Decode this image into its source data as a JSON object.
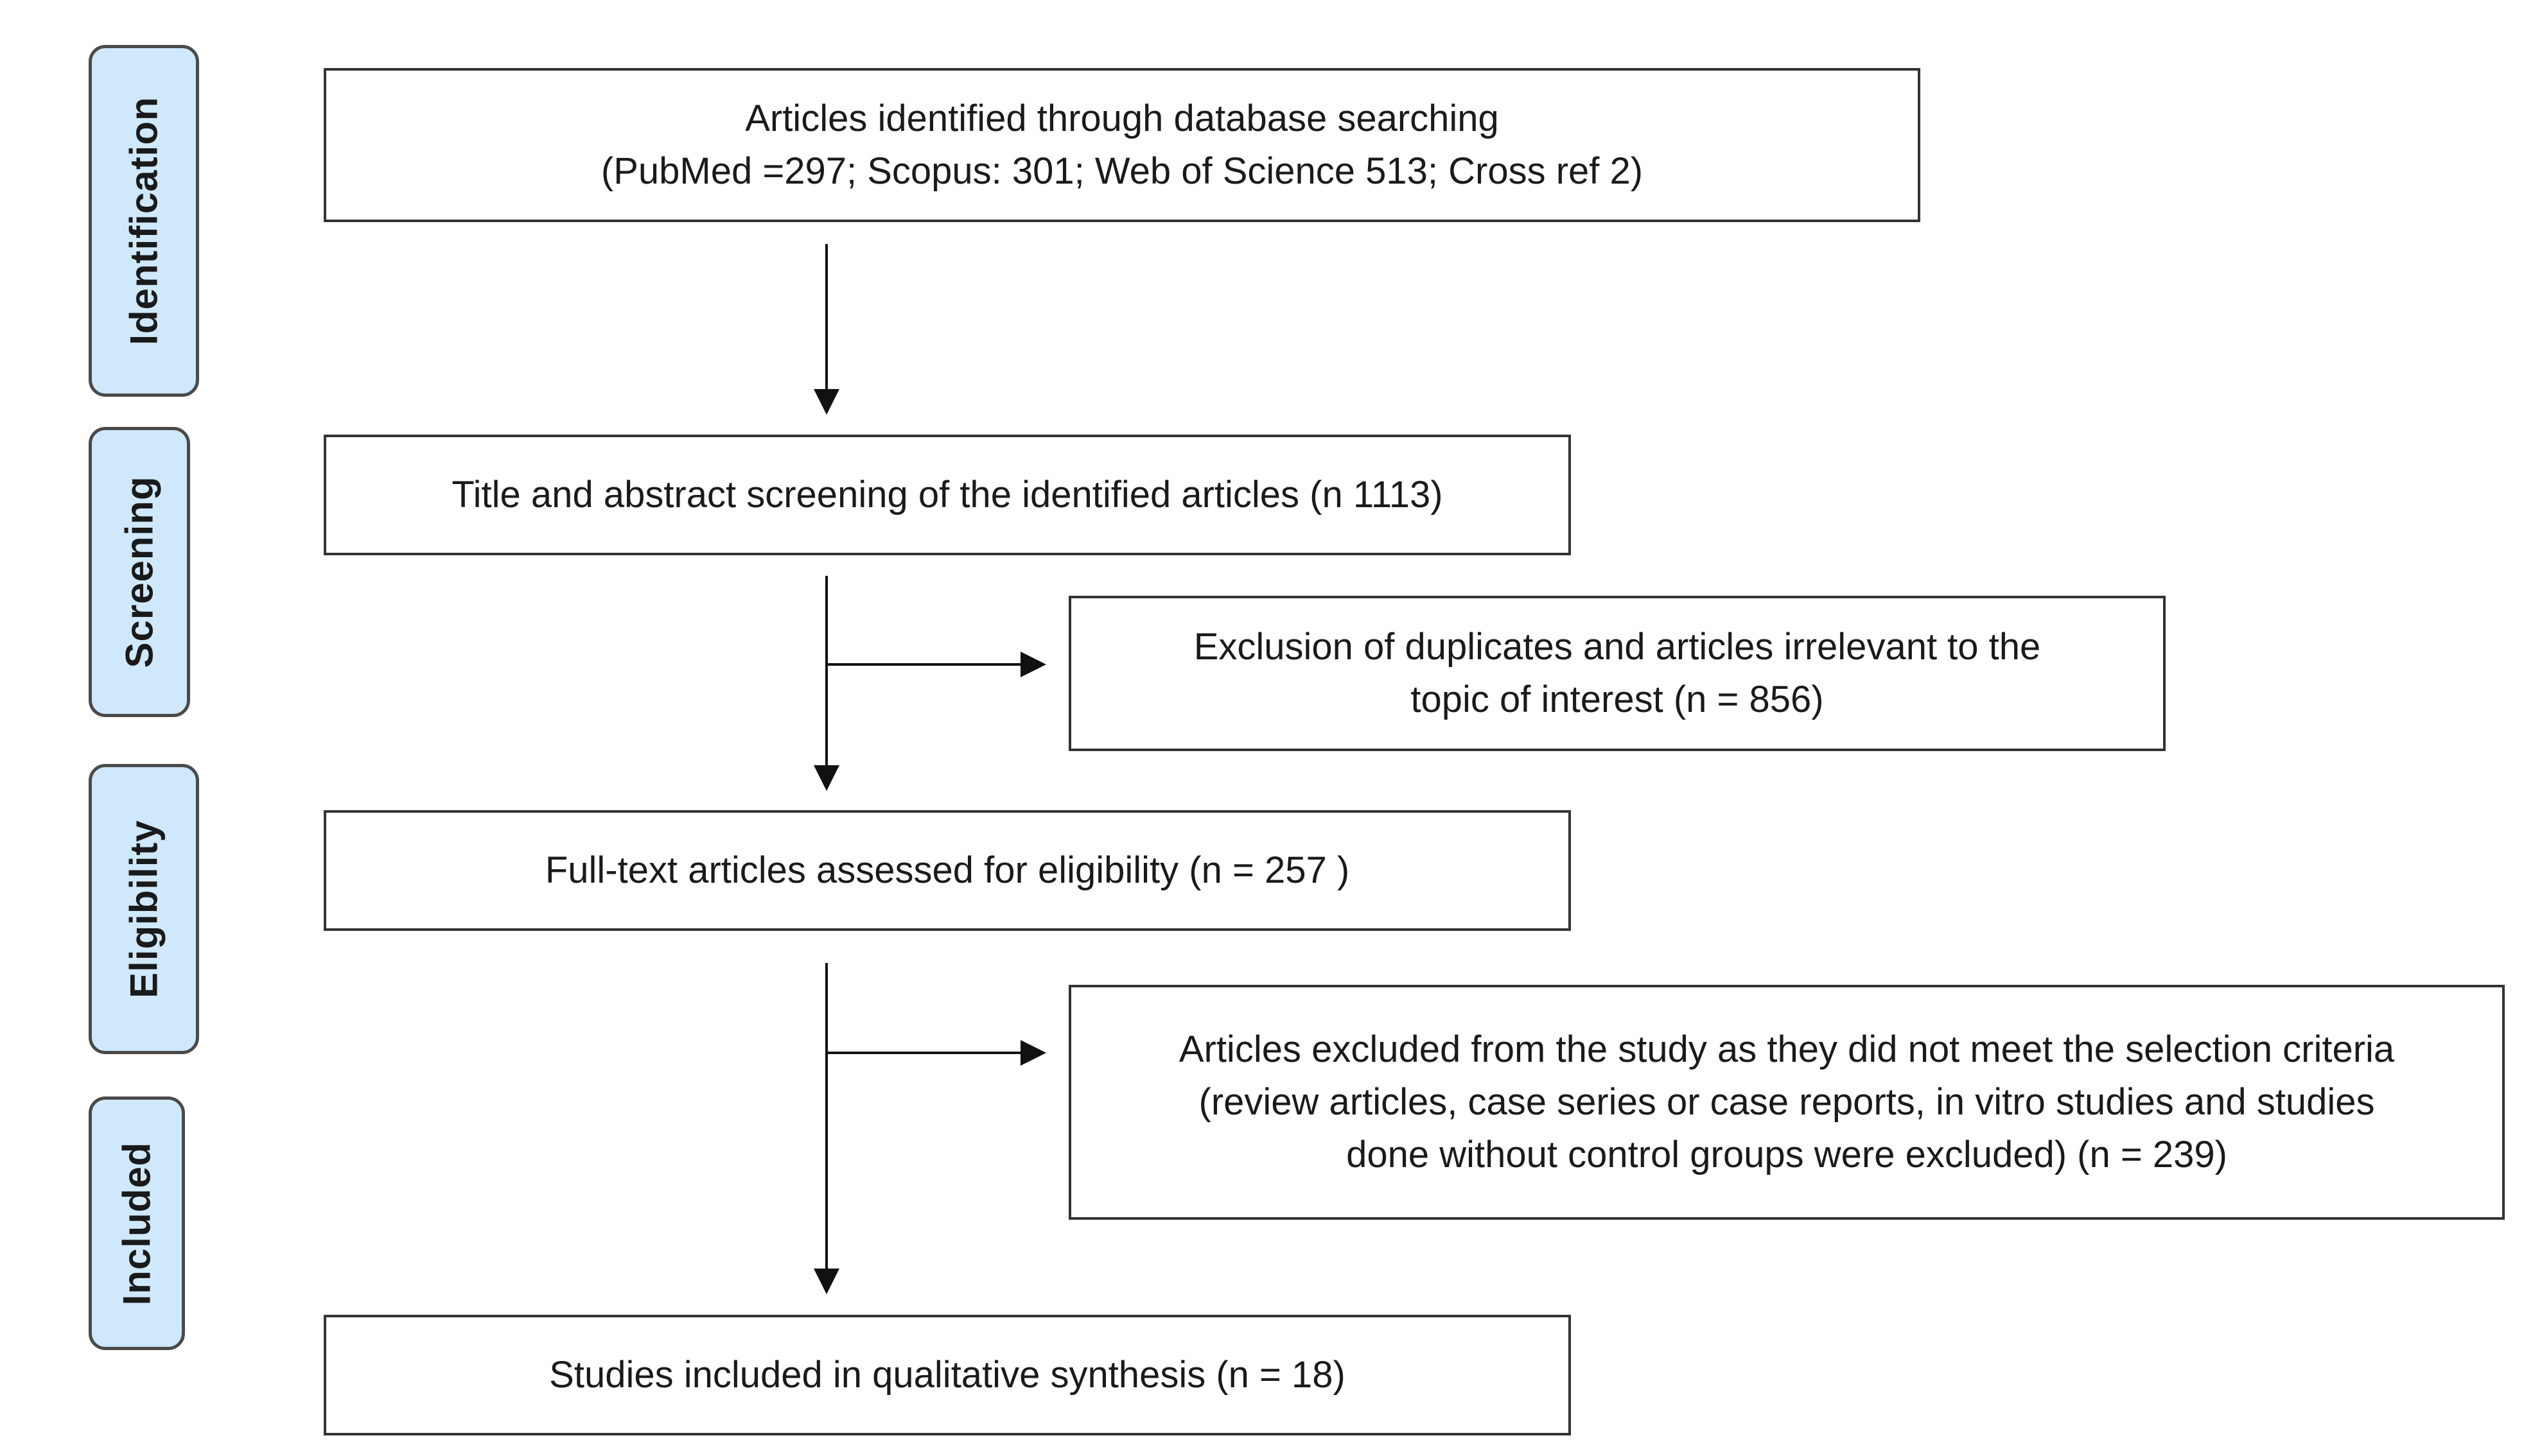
{
  "stages": {
    "identification": "Identification",
    "screening": "Screening",
    "eligibility": "Eligibility",
    "included": "Included"
  },
  "boxes": {
    "identified": {
      "line1": "Articles identified through database searching",
      "line2": "(PubMed =297;  Scopus: 301;  Web of Science 513;  Cross ref  2)"
    },
    "screening": {
      "line1": "Title and abstract screening of the identified articles (n 1113)"
    },
    "excluded_duplicates": {
      "line1": "Exclusion of duplicates and articles irrelevant to the",
      "line2": "topic of interest (n = 856)"
    },
    "full_text": {
      "line1": "Full-text articles assessed for eligibility (n = 257  )"
    },
    "excluded_criteria": {
      "line1": "Articles excluded from the study as they did not meet the selection criteria",
      "line2": "(review articles, case series or case reports, in vitro studies and studies",
      "line3": "done without control groups  were excluded) (n = 239)"
    },
    "included": {
      "line1": "Studies included in qualitative synthesis (n = 18)"
    }
  },
  "colors": {
    "stage_fill": "#cfe8fb",
    "stage_border": "#4a4a4a",
    "box_border": "#333333",
    "arrow": "#111111"
  }
}
